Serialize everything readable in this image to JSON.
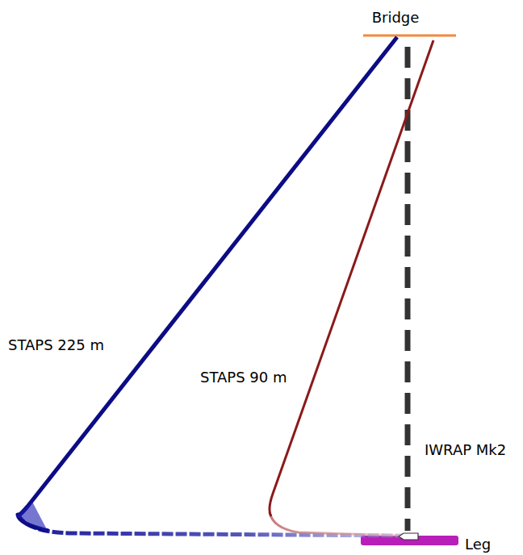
{
  "diagram": {
    "labels": [
      "Bridge",
      "STAPS 225 m",
      "STAPS 90 m",
      "IWRAP Mk2",
      "Leg"
    ]
  }
}
